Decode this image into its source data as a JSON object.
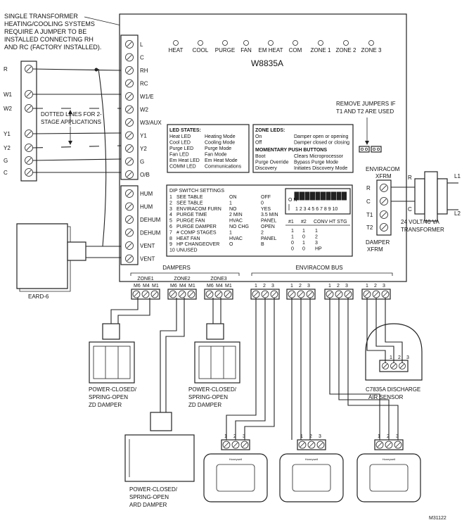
{
  "notes": {
    "transformer": [
      "SINGLE TRANSFORMER",
      "HEATING/COOLING SYSTEMS",
      "REQUIRE A JUMPER TO BE",
      "INSTALLED CONNECTING RH",
      "AND RC (FACTORY INSTALLED)."
    ],
    "remove_jumpers": [
      "REMOVE JUMPERS IF",
      "T1 AND T2 ARE USED"
    ],
    "dotted": [
      "DOTTED LINES FOR 2-",
      "STAGE APPLICATIONS"
    ]
  },
  "panel": {
    "title": "W8835A",
    "leds": [
      "HEAT",
      "COOL",
      "PURGE",
      "FAN",
      "EM HEAT",
      "COM",
      "ZONE 1",
      "ZONE 2",
      "ZONE 3"
    ],
    "terminals_top": [
      "L",
      "C",
      "RH",
      "RC",
      "W1/E",
      "W2",
      "W3/AUX",
      "Y1",
      "Y2",
      "G",
      "O/B"
    ],
    "terminals_bottom": [
      "HUM",
      "HUM",
      "DEHUM",
      "DEHUM",
      "VENT",
      "VENT"
    ],
    "dampers_label": "DAMPERS",
    "enviracom_bus_label": "ENVIRACOM BUS",
    "zones": [
      "ZONE1",
      "ZONE2",
      "ZONE3"
    ],
    "damper_pins": [
      "M6",
      "M4",
      "M1"
    ],
    "bus_pins": [
      "1",
      "2",
      "3"
    ]
  },
  "led_states": {
    "title": "LED STATES:",
    "rows": [
      [
        "Heat LED",
        "Heating Mode"
      ],
      [
        "Cool LED",
        "Cooling Mode"
      ],
      [
        "Purge LED",
        "Purge Mode"
      ],
      [
        "Fan LED",
        "Fan Mode"
      ],
      [
        "Em Heat LED",
        "Em Heat Mode"
      ],
      [
        "COMM LED",
        "Communications"
      ]
    ]
  },
  "zone_leds": {
    "title": "ZONE LEDS:",
    "rows": [
      [
        "On",
        "Damper open or opening"
      ],
      [
        "Off",
        "Damper closed or closing"
      ]
    ],
    "buttons_title": "MOMENTARY PUSH BUTTONS",
    "buttons": [
      [
        "Boot",
        "Clears Microprocessor"
      ],
      [
        "Purge Override",
        "Bypass Purge Mode"
      ],
      [
        "Discovery",
        "Initiates Discovery Mode"
      ]
    ]
  },
  "dip": {
    "title": "DIP SWITCH SETTINGS",
    "rows": [
      [
        "1",
        "SEE TABLE",
        "ON",
        "OFF"
      ],
      [
        "2",
        "SEE TABLE",
        "1",
        "0"
      ],
      [
        "3",
        "ENVIRACOM FURN",
        "NO",
        "YES"
      ],
      [
        "4",
        "PURGE TIME",
        "2 MIN",
        "3.5 MIN"
      ],
      [
        "5",
        "PURGE FAN",
        "HVAC",
        "PANEL"
      ],
      [
        "6",
        "PURGE DAMPER",
        "NO CHG",
        "OPEN"
      ],
      [
        "7",
        "# COMP STAGES",
        "1",
        "2"
      ],
      [
        "8",
        "HEAT FAN",
        "HVAC",
        "PANEL"
      ],
      [
        "9",
        "HP CHANGEOVER",
        "O",
        "B"
      ],
      [
        "10",
        "UNUSED",
        "",
        ""
      ]
    ],
    "switch_on": "O N",
    "switch_numbers": "1 2 3 4 5 6 7 8 9 10",
    "conv_header": [
      "#1",
      "#2",
      "CONV",
      "HT STG"
    ],
    "conv_rows": [
      [
        "1",
        "1",
        "1"
      ],
      [
        "1",
        "0",
        "2"
      ],
      [
        "0",
        "1",
        "3"
      ],
      [
        "0",
        "0",
        "HP"
      ]
    ]
  },
  "left_terminals": [
    "R",
    "W1",
    "W2",
    "Y1",
    "Y2",
    "G",
    "C"
  ],
  "right": {
    "xfrm_title": [
      "ENVIRACOM",
      "XFRM"
    ],
    "terminals": [
      "R",
      "C",
      "T1",
      "T2"
    ],
    "damper_xfrm": [
      "DAMPER",
      "XFRM"
    ],
    "transformer_labels": [
      "24 VOLT/40 VA",
      "TRANSFORMER"
    ],
    "r_label": "R",
    "c_label": "C",
    "l1": "L1",
    "l2": "L2"
  },
  "devices": {
    "eard": "EARD-6",
    "zd_damper_1": [
      "POWER-CLOSED/",
      "SPRING-OPEN",
      "ZD DAMPER"
    ],
    "zd_damper_2": [
      "POWER-CLOSED/",
      "SPRING-OPEN",
      "ZD DAMPER"
    ],
    "ard_damper": [
      "POWER-CLOSED/",
      "SPRING-OPEN",
      "ARD DAMPER"
    ],
    "sensor": [
      "C7835A DISCHARGE",
      "AIR SENSOR"
    ],
    "sensor_pins": [
      "1",
      "2",
      "3"
    ],
    "thermostat_pins": [
      "1",
      "2",
      "3"
    ],
    "brand": "Honeywell"
  },
  "figure_code": "M31122"
}
